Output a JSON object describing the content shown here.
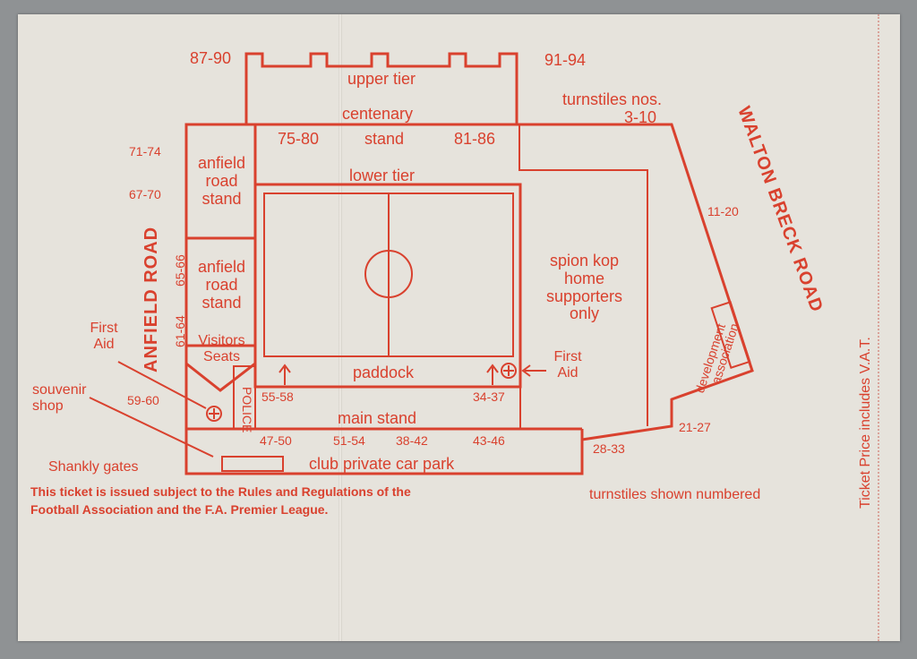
{
  "ticket": {
    "turnstiles": {
      "t87_90": "87-90",
      "t91_94": "91-94",
      "t75_80": "75-80",
      "t81_86": "81-86",
      "t71_74": "71-74",
      "t67_70": "67-70",
      "t65_66": "65-66",
      "t61_64": "61-64",
      "t59_60": "59-60",
      "t55_58": "55-58",
      "t34_37": "34-37",
      "t47_50": "47-50",
      "t51_54": "51-54",
      "t38_42": "38-42",
      "t43_46": "43-46",
      "t28_33": "28-33",
      "t21_27": "21-27",
      "t11_20": "11-20",
      "t3_10": "3-10"
    },
    "labels": {
      "upper_tier": "upper tier",
      "centenary": "centenary",
      "stand": "stand",
      "lower_tier": "lower tier",
      "turnstiles_nos": "turnstiles nos.",
      "anfield_road": "anfield",
      "road": "road",
      "stand_word": "stand",
      "visitors": "Visitors",
      "seats": "Seats",
      "spion_kop": "spion kop",
      "home": "home",
      "supporters": "supporters",
      "only": "only",
      "paddock": "paddock",
      "main_stand": "main stand",
      "police": "POLICE",
      "first": "First",
      "aid": "Aid",
      "souvenir": "souvenir",
      "shop": "shop",
      "shankly_gates": "Shankly gates",
      "club_car_park": "club private car park",
      "development": "development",
      "association": "association",
      "anfield_road_street": "ANFIELD ROAD",
      "walton_breck_road": "WALTON BRECK ROAD",
      "turnstiles_shown": "turnstiles shown numbered",
      "vat_note": "Ticket Price includes V.A.T.",
      "rules_line1": "This ticket is issued subject to the Rules and Regulations of the",
      "rules_line2": "Football Association and the F.A. Premier League."
    },
    "colors": {
      "ink": "#d9412e",
      "paper": "#e6e3dc"
    }
  }
}
